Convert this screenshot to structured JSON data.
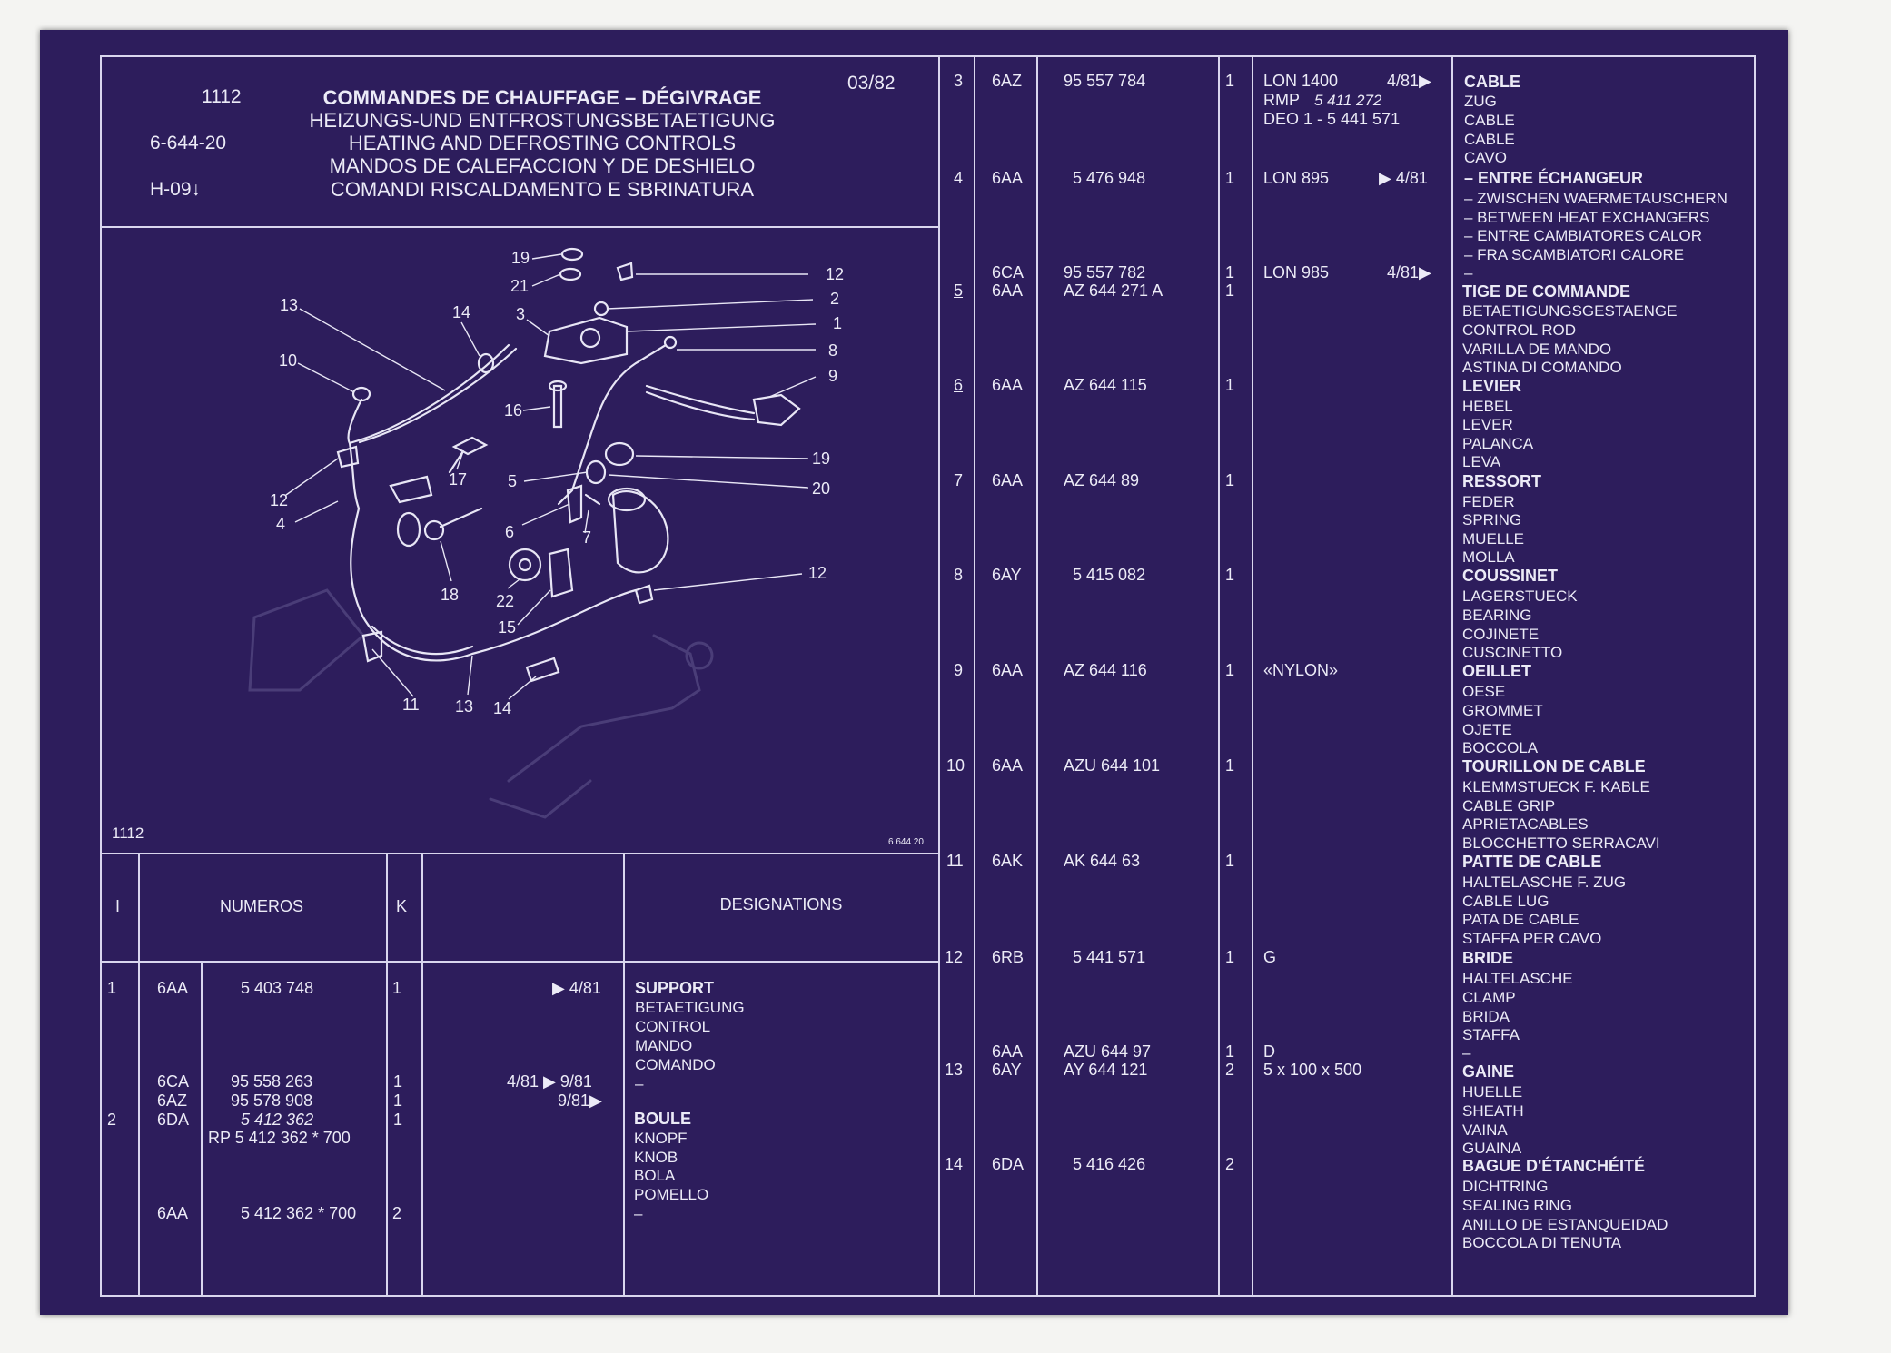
{
  "header": {
    "num": "1112",
    "code": "6-644-20",
    "hcode": "H-09↓",
    "date": "03/82",
    "title_fr": "COMMANDES DE CHAUFFAGE – DÉGIVRAGE",
    "title_de": "HEIZUNGS-UND ENTFROSTUNGSBETAETIGUNG",
    "title_en": "HEATING AND DEFROSTING CONTROLS",
    "title_es": "MANDOS DE CALEFACCION Y DE DESHIELO",
    "title_it": "COMANDI RISCALDAMENTO E SBRINATURA"
  },
  "diagram": {
    "footer_left": "1112",
    "footer_right": "6 644 20",
    "callouts": [
      "19",
      "21",
      "3",
      "14",
      "13",
      "12",
      "2",
      "1",
      "8",
      "9",
      "10",
      "16",
      "17",
      "5",
      "19",
      "20",
      "12",
      "4",
      "6",
      "7",
      "18",
      "22",
      "15",
      "12",
      "11",
      "13",
      "14"
    ]
  },
  "left_table": {
    "col_i": "I",
    "col_numeros": "NUMEROS",
    "col_k": "K",
    "col_designations": "DESIGNATIONS",
    "l1_item": "1",
    "l1_code": "6AA",
    "l1_num": "5 403 748",
    "l1_k": "1",
    "l1_note": "▶ 4/81",
    "l1_d1": "SUPPORT",
    "l1_d2": "BETAETIGUNG",
    "l1_d3": "CONTROL",
    "l1_d4": "MANDO",
    "l1_d5": "COMANDO",
    "dash": "–",
    "l2_code1": "6CA",
    "l2_num1": "95 558 263",
    "l2_k1": "1",
    "l2_note1": "4/81 ▶ 9/81",
    "l2_code2": "6AZ",
    "l2_num2": "95 578 908",
    "l2_k2": "1",
    "l2_note2": "9/81▶",
    "l2_item": "2",
    "l2_code3": "6DA",
    "l2_num3": "5 412 362",
    "l2_k3": "1",
    "l2_rp": "RP 5 412 362 * 700",
    "l2_d1": "BOULE",
    "l2_d2": "KNOPF",
    "l2_d3": "KNOB",
    "l2_d4": "BOLA",
    "l2_d5": "POMELLO",
    "l2_code4": "6AA",
    "l2_num4": "5 412 362 * 700",
    "l2_k4": "2"
  },
  "right_table": {
    "r3_item": "3",
    "r3_code": "6AZ",
    "r3_num": "95 557 784",
    "r3_k": "1",
    "r3_n1": "LON 1400",
    "r3_n1b": "4/81▶",
    "r3_n2": "RMP",
    "r3_n2b": "5 411 272",
    "r3_n3": "DEO 1 - 5 441 571",
    "r3_d1": "CABLE",
    "r3_d2": "ZUG",
    "r3_d3": "CABLE",
    "r3_d4": "CABLE",
    "r3_d5": "CAVO",
    "r4_item": "4",
    "r4_code": "6AA",
    "r4_num": "5 476 948",
    "r4_k": "1",
    "r4_n1": "LON 895",
    "r4_n1b": "▶ 4/81",
    "r4_d1": "– ENTRE ÉCHANGEUR",
    "r4_d2": "– ZWISCHEN WAERMETAUSCHERN",
    "r4_d3": "– BETWEEN HEAT EXCHANGERS",
    "r4_d4": "– ENTRE CAMBIATORES CALOR",
    "r4_d5": "– FRA SCAMBIATORI CALORE",
    "r4_d6": "–",
    "r5_code1": "6CA",
    "r5_num1": "95 557 782",
    "r5_k1": "1",
    "r5_n1": "LON 985",
    "r5_n1b": "4/81▶",
    "r5_item": "5",
    "r5_code2": "6AA",
    "r5_num2": "AZ 644 271 A",
    "r5_k2": "1",
    "r5_d1": "TIGE DE COMMANDE",
    "r5_d2": "BETAETIGUNGSGESTAENGE",
    "r5_d3": "CONTROL ROD",
    "r5_d4": "VARILLA DE MANDO",
    "r5_d5": "ASTINA DI COMANDO",
    "r6_item": "6",
    "r6_code": "6AA",
    "r6_num": "AZ 644 115",
    "r6_k": "1",
    "r6_d1": "LEVIER",
    "r6_d2": "HEBEL",
    "r6_d3": "LEVER",
    "r6_d4": "PALANCA",
    "r6_d5": "LEVA",
    "r7_item": "7",
    "r7_code": "6AA",
    "r7_num": "AZ 644 89",
    "r7_k": "1",
    "r7_d1": "RESSORT",
    "r7_d2": "FEDER",
    "r7_d3": "SPRING",
    "r7_d4": "MUELLE",
    "r7_d5": "MOLLA",
    "r8_item": "8",
    "r8_code": "6AY",
    "r8_num": "5 415 082",
    "r8_k": "1",
    "r8_d1": "COUSSINET",
    "r8_d2": "LAGERSTUECK",
    "r8_d3": "BEARING",
    "r8_d4": "COJINETE",
    "r8_d5": "CUSCINETTO",
    "r9_item": "9",
    "r9_code": "6AA",
    "r9_num": "AZ 644 116",
    "r9_k": "1",
    "r9_n1": "«NYLON»",
    "r9_d1": "OEILLET",
    "r9_d2": "OESE",
    "r9_d3": "GROMMET",
    "r9_d4": "OJETE",
    "r9_d5": "BOCCOLA",
    "r10_item": "10",
    "r10_code": "6AA",
    "r10_num": "AZU 644 101",
    "r10_k": "1",
    "r10_d1": "TOURILLON DE CABLE",
    "r10_d2": "KLEMMSTUECK F. KABLE",
    "r10_d3": "CABLE GRIP",
    "r10_d4": "APRIETACABLES",
    "r10_d5": "BLOCCHETTO SERRACAVI",
    "r11_item": "11",
    "r11_code": "6AK",
    "r11_num": "AK 644 63",
    "r11_k": "1",
    "r11_d1": "PATTE DE CABLE",
    "r11_d2": "HALTELASCHE F. ZUG",
    "r11_d3": "CABLE LUG",
    "r11_d4": "PATA DE CABLE",
    "r11_d5": "STAFFA PER CAVO",
    "r12_item": "12",
    "r12_code": "6RB",
    "r12_num": "5 441 571",
    "r12_k": "1",
    "r12_n1": "G",
    "r12_d1": "BRIDE",
    "r12_d2": "HALTELASCHE",
    "r12_d3": "CLAMP",
    "r12_d4": "BRIDA",
    "r12_d5": "STAFFA",
    "r12_d6": "–",
    "r13_code1": "6AA",
    "r13_num1": "AZU 644 97",
    "r13_k1": "1",
    "r13_n1": "D",
    "r13_item": "13",
    "r13_code2": "6AY",
    "r13_num2": "AY 644 121",
    "r13_k2": "2",
    "r13_n2": "5 x 100 x 500",
    "r13_d1": "GAINE",
    "r13_d2": "HUELLE",
    "r13_d3": "SHEATH",
    "r13_d4": "VAINA",
    "r13_d5": "GUAINA",
    "r14_item": "14",
    "r14_code": "6DA",
    "r14_num": "5 416 426",
    "r14_k": "2",
    "r14_d1": "BAGUE D'ÉTANCHÉITÉ",
    "r14_d2": "DICHTRING",
    "r14_d3": "SEALING RING",
    "r14_d4": "ANILLO DE ESTANQUEIDAD",
    "r14_d5": "BOCCOLA DI TENUTA"
  }
}
